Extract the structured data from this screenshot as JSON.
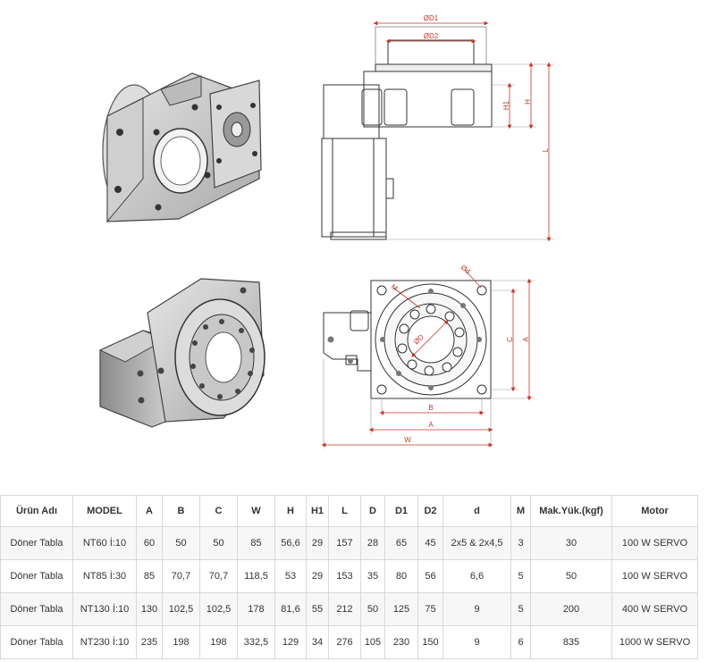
{
  "drawing": {
    "labels": {
      "od1": "ØD1",
      "od2": "ØD2",
      "h1": "H1",
      "h": "H",
      "l": "L",
      "m": "M",
      "od_small": "Ød",
      "od": "ØD",
      "c": "C",
      "a_side": "A",
      "b": "B",
      "a_bottom": "A",
      "w": "W"
    },
    "colors": {
      "dimension": "#c0392b",
      "outline": "#333333",
      "render": "#b9b9b9"
    }
  },
  "table": {
    "headers": [
      "Ürün Adı",
      "MODEL",
      "A",
      "B",
      "C",
      "W",
      "H",
      "H1",
      "L",
      "D",
      "D1",
      "D2",
      "d",
      "M",
      "Mak.Yük.(kgf)",
      "Motor"
    ],
    "rows": [
      [
        "Döner Tabla",
        "NT60 İ:10",
        "60",
        "50",
        "50",
        "85",
        "56,6",
        "29",
        "157",
        "28",
        "65",
        "45",
        "2x5 & 2x4,5",
        "3",
        "30",
        "100 W SERVO"
      ],
      [
        "Döner Tabla",
        "NT85 İ:30",
        "85",
        "70,7",
        "70,7",
        "118,5",
        "53",
        "29",
        "153",
        "35",
        "80",
        "56",
        "6,6",
        "5",
        "50",
        "100 W SERVO"
      ],
      [
        "Döner Tabla",
        "NT130 İ:10",
        "130",
        "102,5",
        "102,5",
        "178",
        "81,6",
        "55",
        "212",
        "50",
        "125",
        "75",
        "9",
        "5",
        "200",
        "400 W SERVO"
      ],
      [
        "Döner Tabla",
        "NT230 İ:10",
        "235",
        "198",
        "198",
        "332,5",
        "129",
        "34",
        "276",
        "105",
        "230",
        "150",
        "9",
        "6",
        "835",
        "1000 W SERVO"
      ]
    ]
  }
}
